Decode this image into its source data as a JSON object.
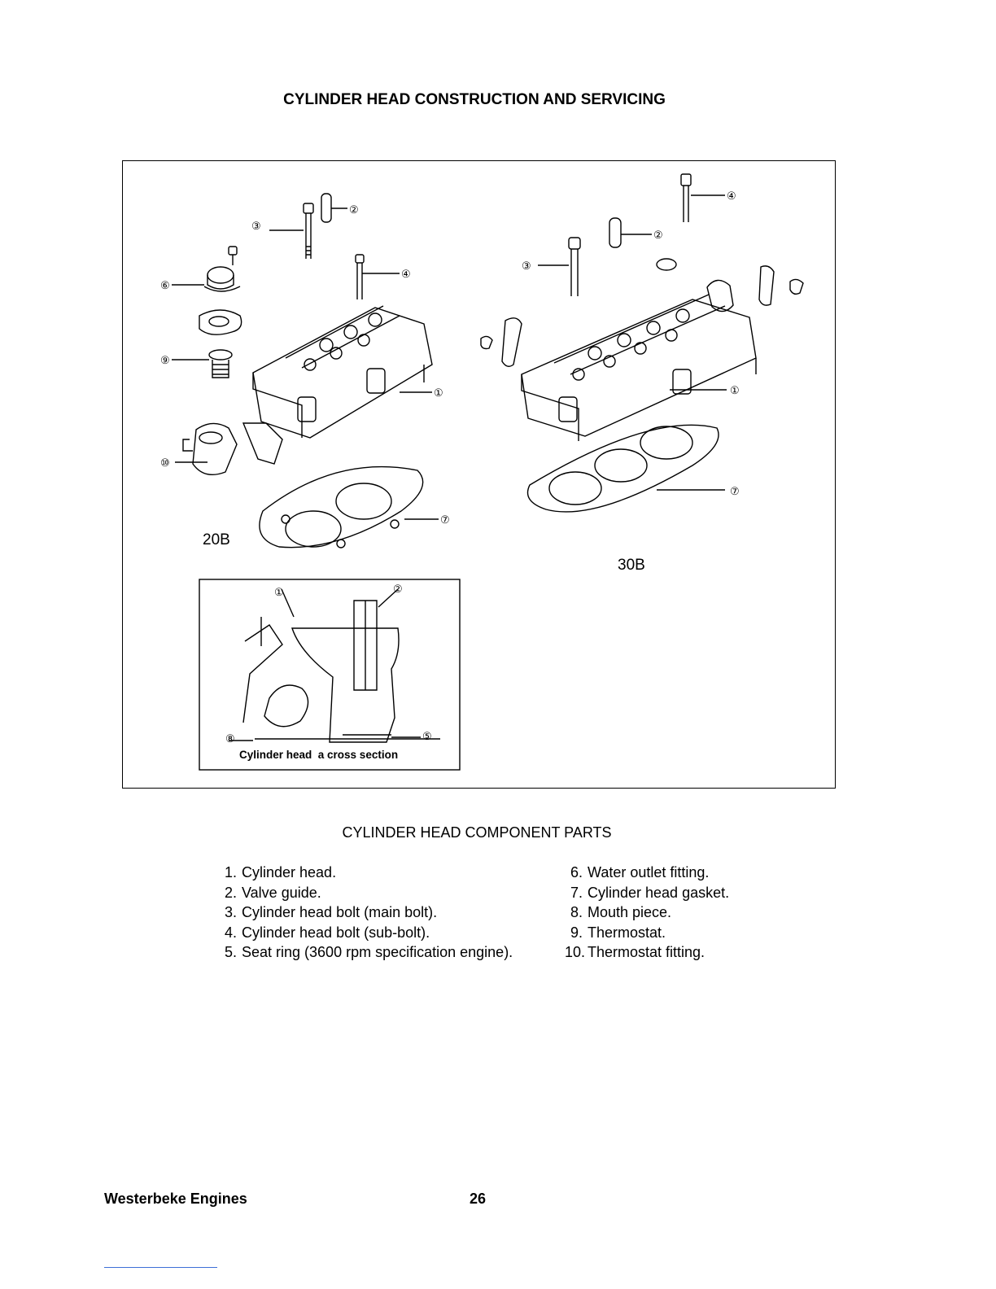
{
  "page": {
    "title": "CYLINDER HEAD CONSTRUCTION AND SERVICING",
    "footer_left": "Westerbeke Engines",
    "page_number": "26"
  },
  "figure": {
    "label_left": "20B",
    "label_right": "30B",
    "inset_caption": "Cylinder head  a cross section",
    "callouts_left": [
      "③",
      "②",
      "⑥",
      "④",
      "⑨",
      "①",
      "⑩",
      "⑦"
    ],
    "callouts_right": [
      "④",
      "②",
      "③",
      "①",
      "⑦"
    ],
    "callouts_inset": [
      "①",
      "②",
      "⑧",
      "⑤"
    ]
  },
  "parts": {
    "heading": "CYLINDER HEAD COMPONENT PARTS",
    "left": [
      {
        "num": "1.",
        "text": "Cylinder head."
      },
      {
        "num": "2.",
        "text": "Valve guide."
      },
      {
        "num": "3.",
        "text": "Cylinder head bolt (main bolt)."
      },
      {
        "num": "4.",
        "text": "Cylinder head bolt (sub-bolt)."
      },
      {
        "num": "5.",
        "text": "Seat ring (3600 rpm specification engine)."
      }
    ],
    "right": [
      {
        "num": "6.",
        "text": "Water outlet fitting."
      },
      {
        "num": "7.",
        "text": "Cylinder head gasket."
      },
      {
        "num": "8.",
        "text": "Mouth piece."
      },
      {
        "num": "9.",
        "text": "Thermostat."
      },
      {
        "num": "10.",
        "text": "Thermostat fitting."
      }
    ]
  }
}
